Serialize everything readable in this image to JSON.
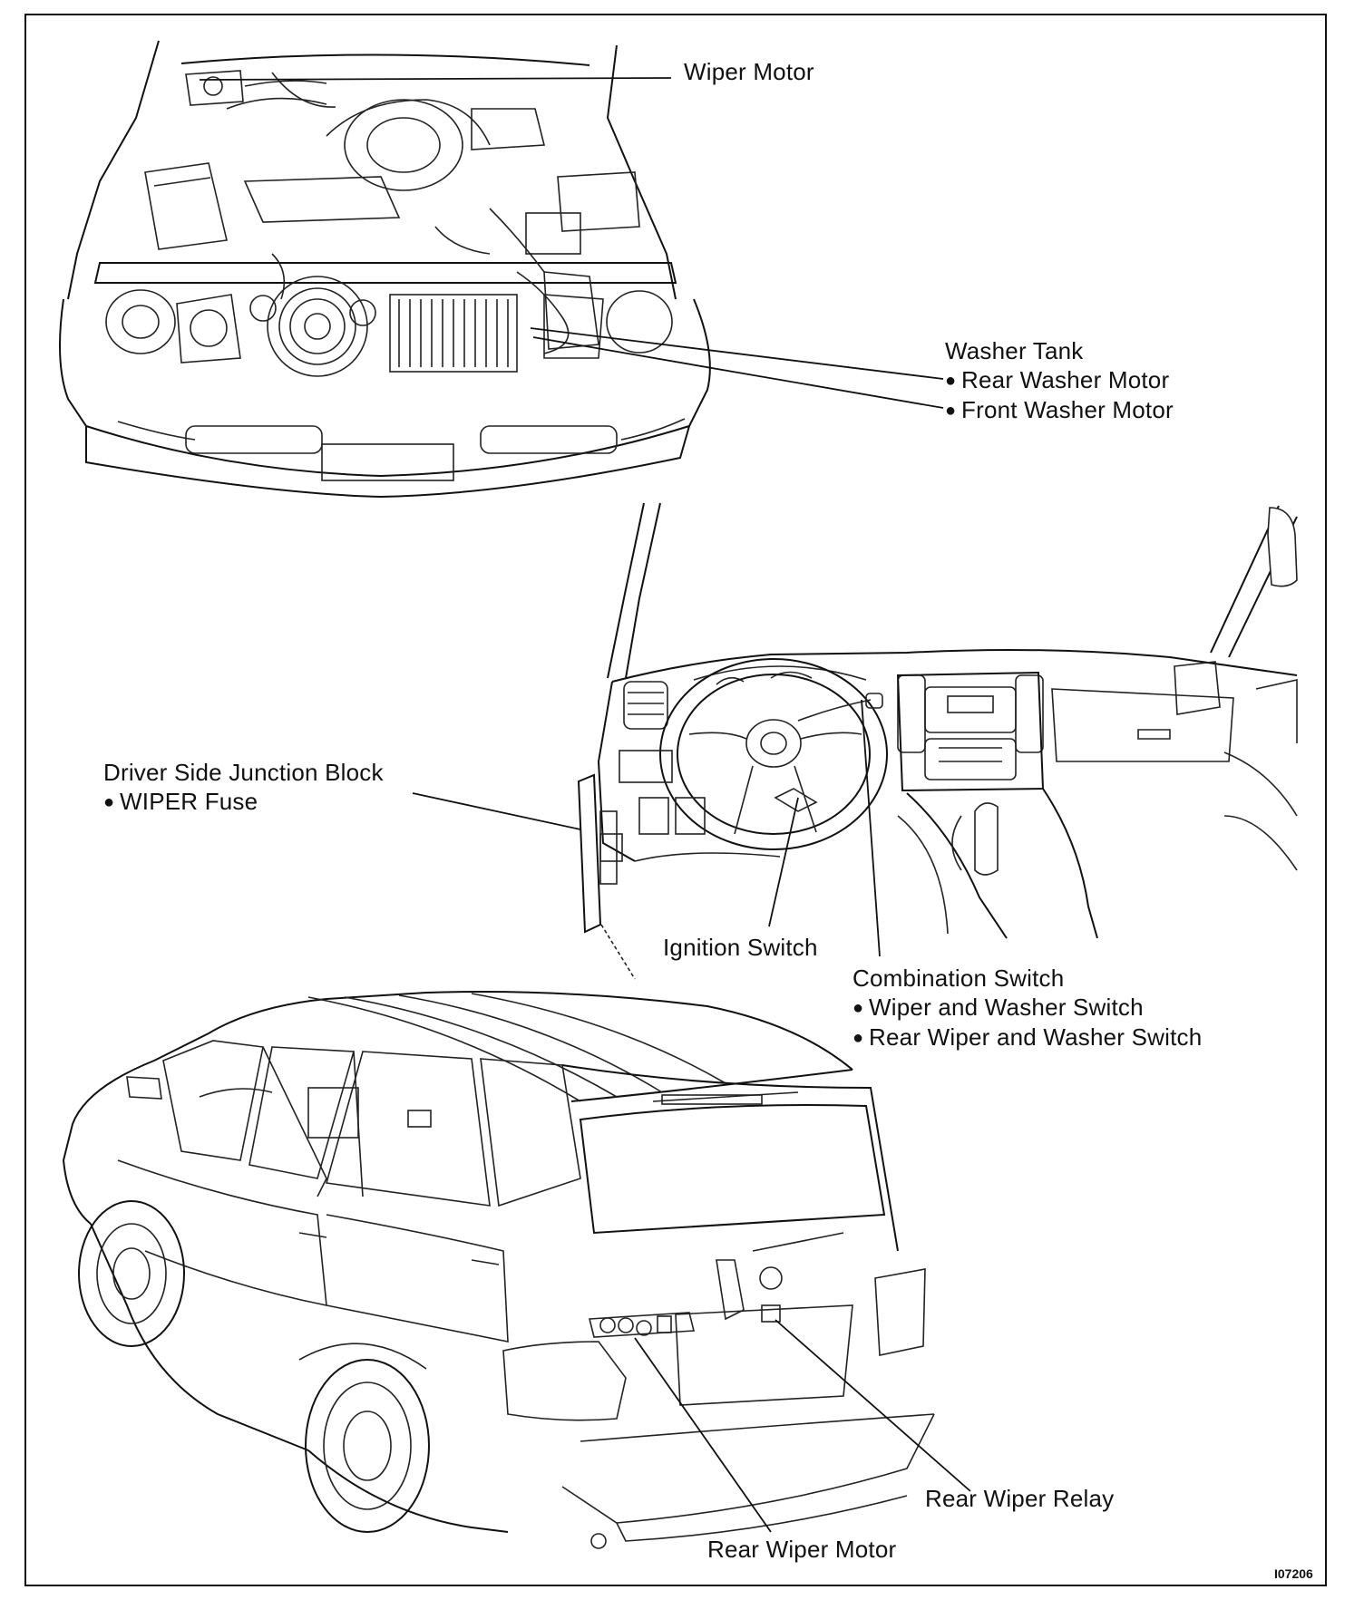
{
  "labels": {
    "wiper_motor": "Wiper Motor",
    "washer_tank": {
      "title": "Washer Tank",
      "items": [
        "Rear Washer Motor",
        "Front Washer Motor"
      ]
    },
    "junction_block": {
      "title": "Driver Side Junction Block",
      "items": [
        "WIPER Fuse"
      ]
    },
    "ignition_switch": "Ignition Switch",
    "combination_switch": {
      "title": "Combination Switch",
      "items": [
        "Wiper and Washer Switch",
        "Rear Wiper and Washer Switch"
      ]
    },
    "rear_wiper_relay": "Rear Wiper Relay",
    "rear_wiper_motor": "Rear Wiper Motor"
  },
  "figure_code": "I07206"
}
